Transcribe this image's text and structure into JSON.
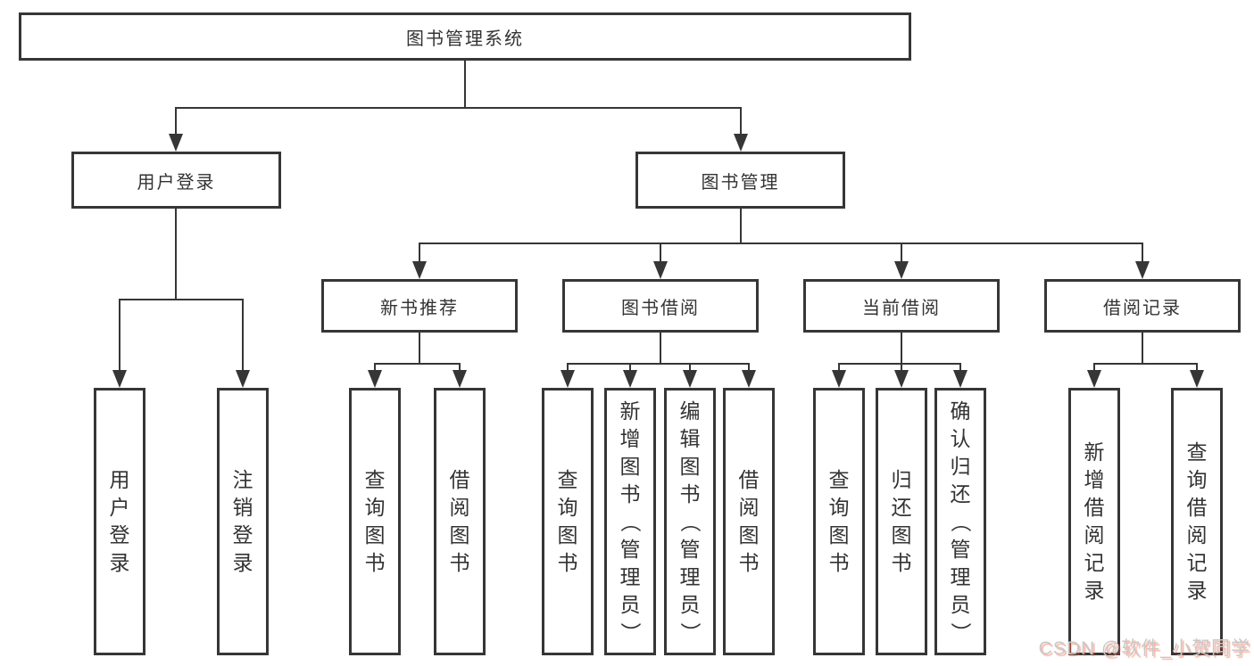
{
  "tree": {
    "label": "图书管理系统",
    "children": [
      {
        "label": "用户登录",
        "children": [
          {
            "label": "用户登录"
          },
          {
            "label": "注销登录"
          }
        ]
      },
      {
        "label": "图书管理",
        "children": [
          {
            "label": "新书推荐",
            "children": [
              {
                "label": "查询图书"
              },
              {
                "label": "借阅图书"
              }
            ]
          },
          {
            "label": "图书借阅",
            "children": [
              {
                "label": "查询图书"
              },
              {
                "label": "新增图书（管理员）"
              },
              {
                "label": "编辑图书（管理员）"
              },
              {
                "label": "借阅图书"
              }
            ]
          },
          {
            "label": "当前借阅",
            "children": [
              {
                "label": "查询图书"
              },
              {
                "label": "归还图书"
              },
              {
                "label": "确认归还（管理员）"
              }
            ]
          },
          {
            "label": "借阅记录",
            "children": [
              {
                "label": "新增借阅记录"
              },
              {
                "label": "查询借阅记录"
              }
            ]
          }
        ]
      }
    ]
  },
  "watermark": {
    "text": "CSDN @软件_小贺同学"
  },
  "colors": {
    "line": "#363636",
    "text": "#333333",
    "background": "#ffffff",
    "watermark_text": "#c8c8c8",
    "watermark_shadow": "#fc5531"
  }
}
